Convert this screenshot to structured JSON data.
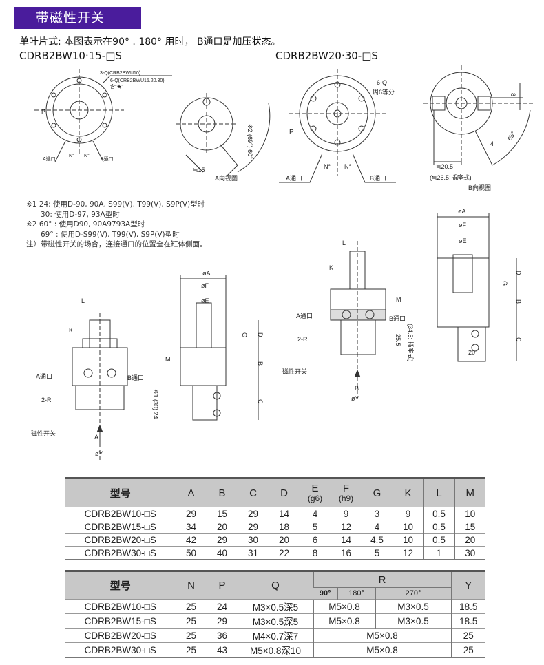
{
  "header": {
    "title": "带磁性开关"
  },
  "intro": {
    "description": "单叶片式: 本图表示在90° . 180° 用时， B通口是加压状态。",
    "model_left": "CDRB2BW10·15-□S",
    "model_right": "CDRB2BW20·30-□S"
  },
  "diagram1": {
    "q1": "3-Q(CRB2BWU10)",
    "q2": "6-Q(CRB2BWU15.20.30)",
    "q3": "含\"★\"",
    "p": "P",
    "n": "N°",
    "a_port": "A通口",
    "b_port": "B通口"
  },
  "diagram2": {
    "dim15": "≒15",
    "view": "A向视图",
    "angle": "※2 (69°) 60°"
  },
  "diagram3": {
    "q": "6-Q",
    "equal": "周6等分",
    "p": "P",
    "n": "N°",
    "a_port": "A通口",
    "b_port": "B通口"
  },
  "diagram4": {
    "dim8": "8",
    "dim4": "4",
    "angle": "65°",
    "dim20": "≒20.5",
    "plug": "(≒26.5:插座式)",
    "view": "B向视图"
  },
  "notes": [
    "※1 24: 使用D-90, 90A, S99(V), T99(V), S9P(V)型时",
    "30: 使用D-97, 93A型时",
    "※2 60° : 使用D90, 90A9793A型时",
    "69° : 使用D-S99(V), T99(V), S9P(V)型时",
    "注）带磁性开关的场合，连接通口的位置全在缸体侧面。"
  ],
  "side_left": {
    "L": "L",
    "K": "K",
    "M": "M",
    "a_port": "A通口",
    "b_port": "B通口",
    "r": "2-R",
    "switch": "磁性开关",
    "A": "A",
    "Y": "øY",
    "note": "※1 (30) 24",
    "oA": "øA",
    "oF": "øF",
    "oE": "øE",
    "G": "G",
    "D": "D",
    "B": "B",
    "C": "C"
  },
  "side_right": {
    "L": "L",
    "K": "K",
    "M": "M",
    "a_port": "A通口",
    "b_port": "B通口",
    "r": "2-R",
    "switch": "磁性开关",
    "B_arrow": "B",
    "Y": "øY",
    "d255": "25.5",
    "plug": "(34.5: 插座式)",
    "oA": "øA",
    "oF": "øF",
    "oE": "øE",
    "G": "G",
    "D": "D",
    "B": "B",
    "C": "C",
    "d20": "20"
  },
  "table1": {
    "headers": [
      "型号",
      "A",
      "B",
      "C",
      "D",
      "E",
      "F",
      "G",
      "K",
      "L",
      "M"
    ],
    "subheaders": {
      "E": "(g6)",
      "F": "(h9)"
    },
    "rows": [
      [
        "CDRB2BW10-□S",
        "29",
        "15",
        "29",
        "14",
        "4",
        "9",
        "3",
        "9",
        "0.5",
        "10"
      ],
      [
        "CDRB2BW15-□S",
        "34",
        "20",
        "29",
        "18",
        "5",
        "12",
        "4",
        "10",
        "0.5",
        "15"
      ],
      [
        "CDRB2BW20-□S",
        "42",
        "29",
        "30",
        "20",
        "6",
        "14",
        "4.5",
        "10",
        "0.5",
        "20"
      ],
      [
        "CDRB2BW30-□S",
        "50",
        "40",
        "31",
        "22",
        "8",
        "16",
        "5",
        "12",
        "1",
        "30"
      ]
    ]
  },
  "table2": {
    "headers": [
      "型号",
      "N",
      "P",
      "Q",
      "R",
      "Y"
    ],
    "r_sub": [
      "90°",
      "180°",
      "270°"
    ],
    "rows": [
      {
        "model": "CDRB2BW10-□S",
        "N": "25",
        "P": "24",
        "Q": "M3×0.5深5",
        "R90_180": "M5×0.8",
        "R270": "M3×0.5",
        "Y": "18.5"
      },
      {
        "model": "CDRB2BW15-□S",
        "N": "25",
        "P": "29",
        "Q": "M3×0.5深5",
        "R90_180": "M5×0.8",
        "R270": "M3×0.5",
        "Y": "18.5"
      },
      {
        "model": "CDRB2BW20-□S",
        "N": "25",
        "P": "36",
        "Q": "M4×0.7深7",
        "R_all": "M5×0.8",
        "Y": "25"
      },
      {
        "model": "CDRB2BW30-□S",
        "N": "25",
        "P": "43",
        "Q": "M5×0.8深10",
        "R_all": "M5×0.8",
        "Y": "25"
      }
    ]
  }
}
